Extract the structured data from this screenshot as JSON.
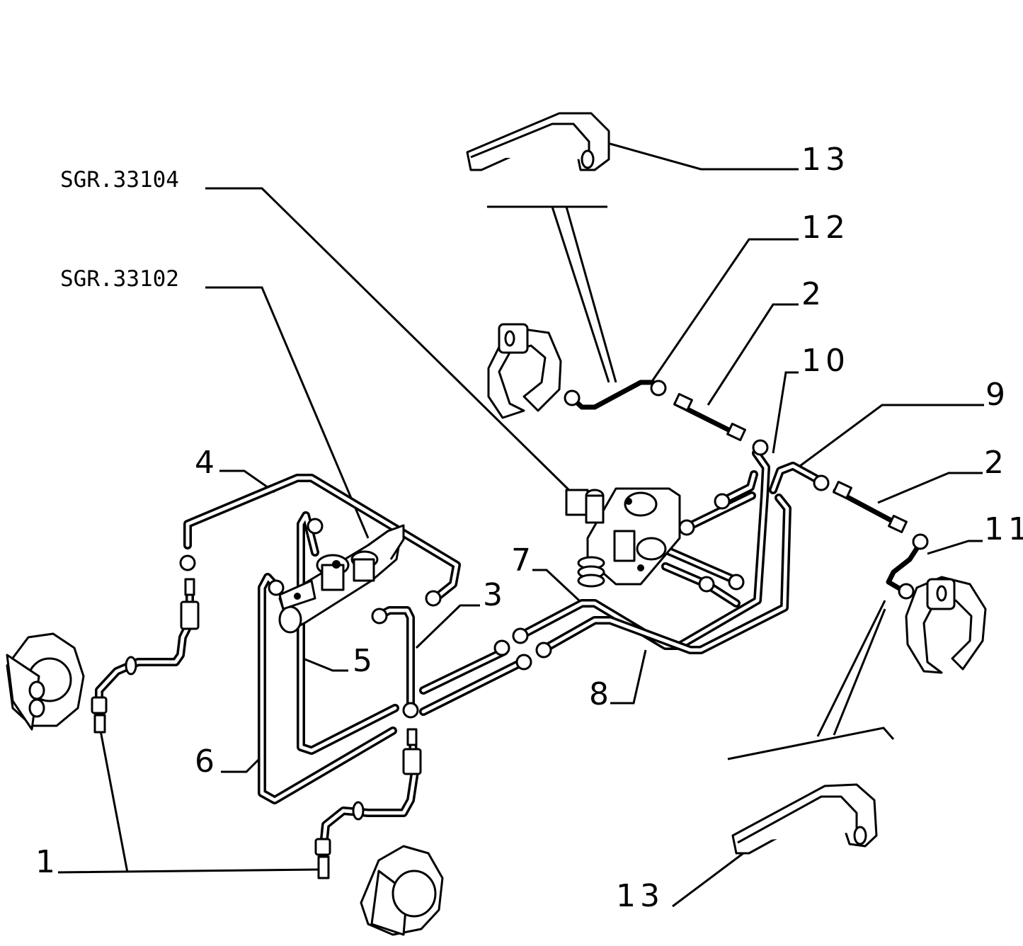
{
  "diagram": {
    "references": [
      {
        "id": "ref-sgr-33104",
        "text": "SGR.33104"
      },
      {
        "id": "ref-sgr-33102",
        "text": "SGR.33102"
      }
    ],
    "callouts": [
      {
        "id": "callout-13-top",
        "text": "13"
      },
      {
        "id": "callout-12",
        "text": "12"
      },
      {
        "id": "callout-2-upper",
        "text": "2"
      },
      {
        "id": "callout-10",
        "text": "10"
      },
      {
        "id": "callout-9",
        "text": "9"
      },
      {
        "id": "callout-2-lower",
        "text": "2"
      },
      {
        "id": "callout-11",
        "text": "11"
      },
      {
        "id": "callout-4",
        "text": "4"
      },
      {
        "id": "callout-3",
        "text": "3"
      },
      {
        "id": "callout-7",
        "text": "7"
      },
      {
        "id": "callout-5",
        "text": "5"
      },
      {
        "id": "callout-8",
        "text": "8"
      },
      {
        "id": "callout-6",
        "text": "6"
      },
      {
        "id": "callout-1",
        "text": "1"
      },
      {
        "id": "callout-13-bottom",
        "text": "13"
      }
    ]
  }
}
